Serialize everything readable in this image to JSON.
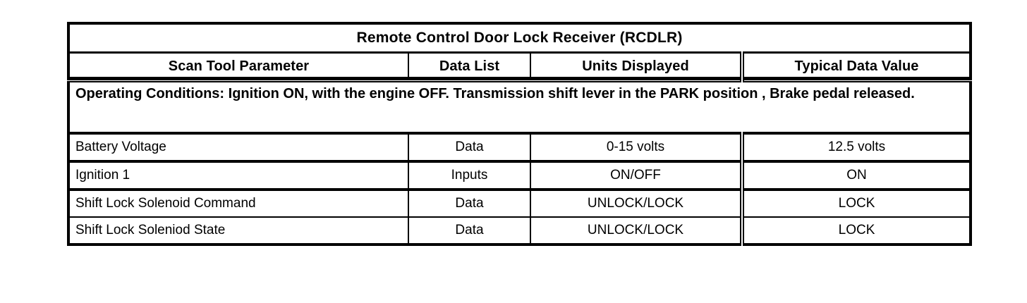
{
  "table": {
    "title": "Remote Control Door Lock Receiver (RCDLR)",
    "headers": {
      "parameter": "Scan Tool Parameter",
      "data_list": "Data List",
      "units": "Units Displayed",
      "typical": "Typical Data Value"
    },
    "operating_conditions": "Operating Conditions: Ignition ON, with the engine OFF. Transmission shift lever in the PARK position , Brake pedal released.",
    "rows": [
      {
        "parameter": "Battery Voltage",
        "data_list": "Data",
        "units": "0-15 volts",
        "typical": "12.5 volts"
      },
      {
        "parameter": "Ignition 1",
        "data_list": "Inputs",
        "units": "ON/OFF",
        "typical": "ON"
      },
      {
        "parameter": "Shift Lock Solenoid Command",
        "data_list": "Data",
        "units": "UNLOCK/LOCK",
        "typical": "LOCK"
      },
      {
        "parameter": "Shift Lock Soleniod State",
        "data_list": "Data",
        "units": "UNLOCK/LOCK",
        "typical": "LOCK"
      }
    ]
  },
  "colors": {
    "rule": "#000000",
    "text": "#000000",
    "background": "#ffffff"
  }
}
